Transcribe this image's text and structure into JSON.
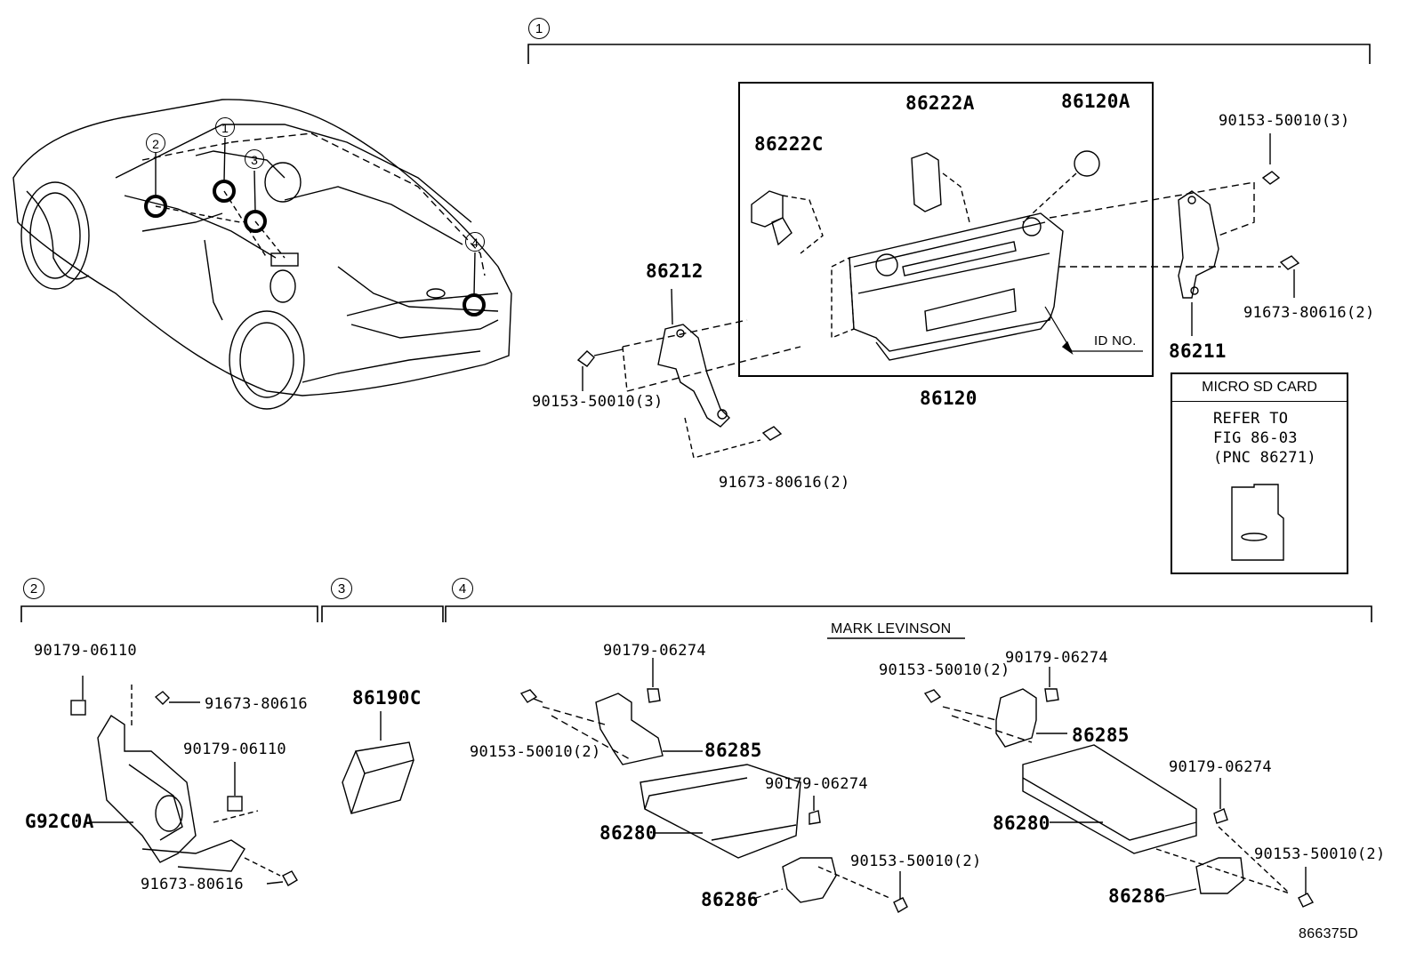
{
  "callouts": {
    "group1": "1",
    "group2": "2",
    "group3": "3",
    "group4": "4",
    "car1": "1",
    "car2": "2",
    "car3": "3",
    "car4": "4"
  },
  "group1": {
    "part_86222A": "86222A",
    "part_86120A": "86120A",
    "part_86222C": "86222C",
    "part_86212": "86212",
    "part_86120": "86120",
    "part_86211": "86211",
    "id_no": "ID NO.",
    "bolt_top_right": "90153-50010(3)",
    "screw_right": "91673-80616(2)",
    "bolt_left": "90153-50010(3)",
    "screw_bottom": "91673-80616(2)"
  },
  "microsd": {
    "header": "MICRO SD CARD",
    "line1": "REFER TO",
    "line2": "FIG 86-03",
    "line3": "(PNC 86271)"
  },
  "group2": {
    "nut_top": "90179-06110",
    "screw_top": "91673-80616",
    "nut_mid": "90179-06110",
    "part_main": "G92C0A",
    "screw_bottom": "91673-80616"
  },
  "group3": {
    "part_main": "86190C"
  },
  "group4": {
    "title": "MARK LEVINSON",
    "left": {
      "nut_top": "90179-06274",
      "bolt": "90153-50010(2)",
      "bracket_top": "86285",
      "nut_mid": "90179-06274",
      "amp": "86280",
      "bolt_bottom": "90153-50010(2)",
      "bracket_bottom": "86286"
    },
    "right": {
      "bolt": "90153-50010(2)",
      "nut_top": "90179-06274",
      "bracket_top": "86285",
      "nut_mid": "90179-06274",
      "amp": "86280",
      "bolt_bottom": "90153-50010(2)",
      "bracket_bottom": "86286"
    }
  },
  "figure_id": "866375D"
}
